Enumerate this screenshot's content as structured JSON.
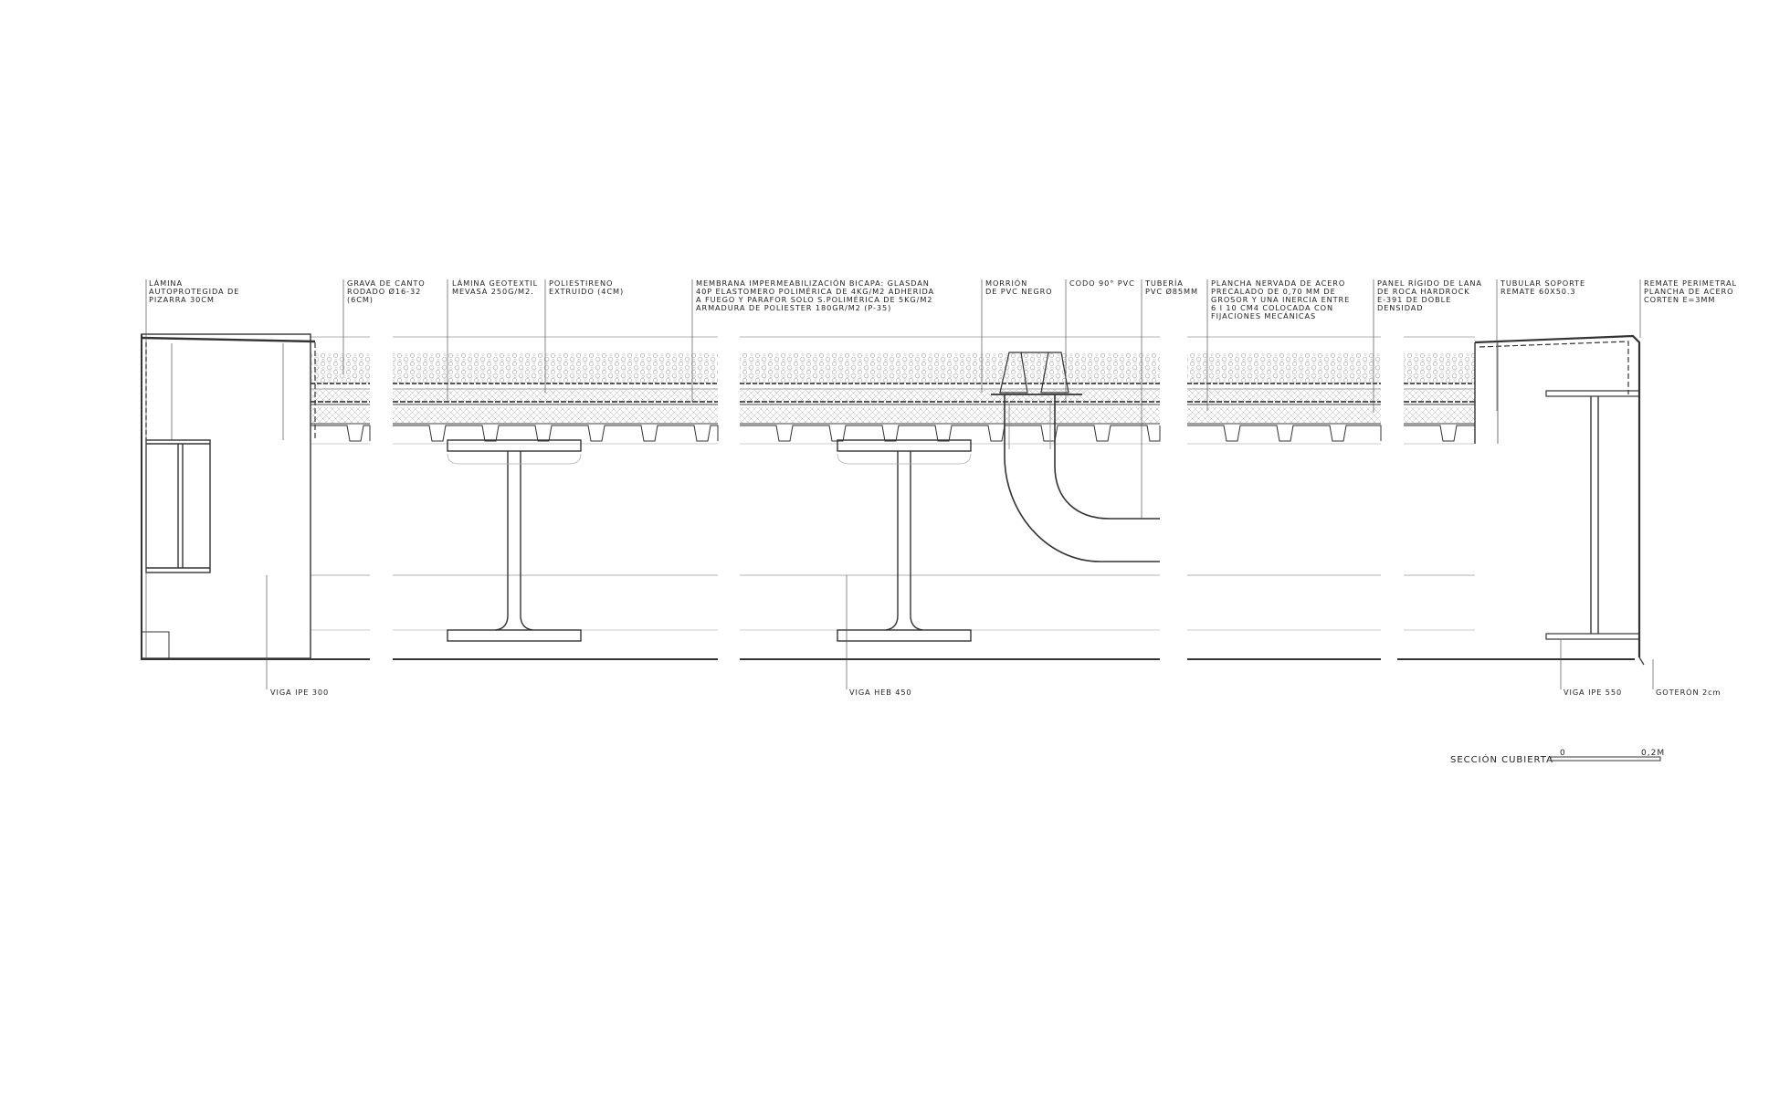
{
  "labels_top": [
    {
      "id": "lamina",
      "lines": [
        "LÁMINA",
        "AUTOPROTEGIDA DE",
        "PIZARRA 30cm"
      ]
    },
    {
      "id": "grava",
      "lines": [
        "GRAVA DE CANTO",
        "RODADO ø16-32",
        "(6cm)"
      ]
    },
    {
      "id": "geotextil",
      "lines": [
        "LÁMINA GEOTEXTIL",
        "MEVASA 250g/m2."
      ]
    },
    {
      "id": "poliestireno",
      "lines": [
        "POLIESTIRENO",
        "EXTRUIDO (4CM)"
      ]
    },
    {
      "id": "membrana",
      "lines": [
        "MEMBRANA IMPERMEABILIZACIÓN BICAPA: GLASDAN",
        "40P ELASTOMERO POLIMÉRICA DE 4kg/m2 ADHERIDA",
        "A FUEGO Y PARAFOR SOLO S.POLIMÉRICA DE 5kg/m2",
        "ARMADURA DE POLIESTER 180gr/m2 (P-35)"
      ]
    },
    {
      "id": "morrion",
      "lines": [
        "MORRIÓN",
        "DE PVC NEGRO"
      ]
    },
    {
      "id": "codo",
      "lines": [
        "CODO 90° PVC"
      ]
    },
    {
      "id": "tuberia",
      "lines": [
        "TUBERÍA",
        "PVC ø85mm"
      ]
    },
    {
      "id": "plancha",
      "lines": [
        "PLANCHA NERVADA DE ACERO",
        "PRECALADO DE 0,70 mm DE",
        "GROSOR Y UNA INERCIA ENTRE",
        "6 i 10 cm4 COLOCADA CON",
        "FIJACIONES MECÁNICAS"
      ]
    },
    {
      "id": "panel",
      "lines": [
        "PANEL RÍGIDO DE LANA",
        "DE ROCA HARDROCK",
        "E-391 DE DOBLE",
        "DENSIDAD"
      ]
    },
    {
      "id": "tubular",
      "lines": [
        "TUBULAR SOPORTE",
        "REMATE 60X50.3"
      ]
    },
    {
      "id": "remate",
      "lines": [
        "REMATE PERIMETRAL",
        "PLANCHA DE ACERO",
        "CORTEN e=3mm"
      ]
    }
  ],
  "labels_bottom": {
    "viga_ipe_300": "VIGA IPE 300",
    "viga_heb_450": "VIGA HEB 450",
    "viga_ipe_550": "VIGA IPE 550",
    "goteron": "GOTERÓN 2cm"
  },
  "scale": {
    "title": "SECCIÓN CUBIERTA",
    "start": "0",
    "end": "0,2M"
  },
  "colors": {
    "line": "#333333",
    "light": "#9a9a9a",
    "hatch": "#b5b5b5"
  }
}
